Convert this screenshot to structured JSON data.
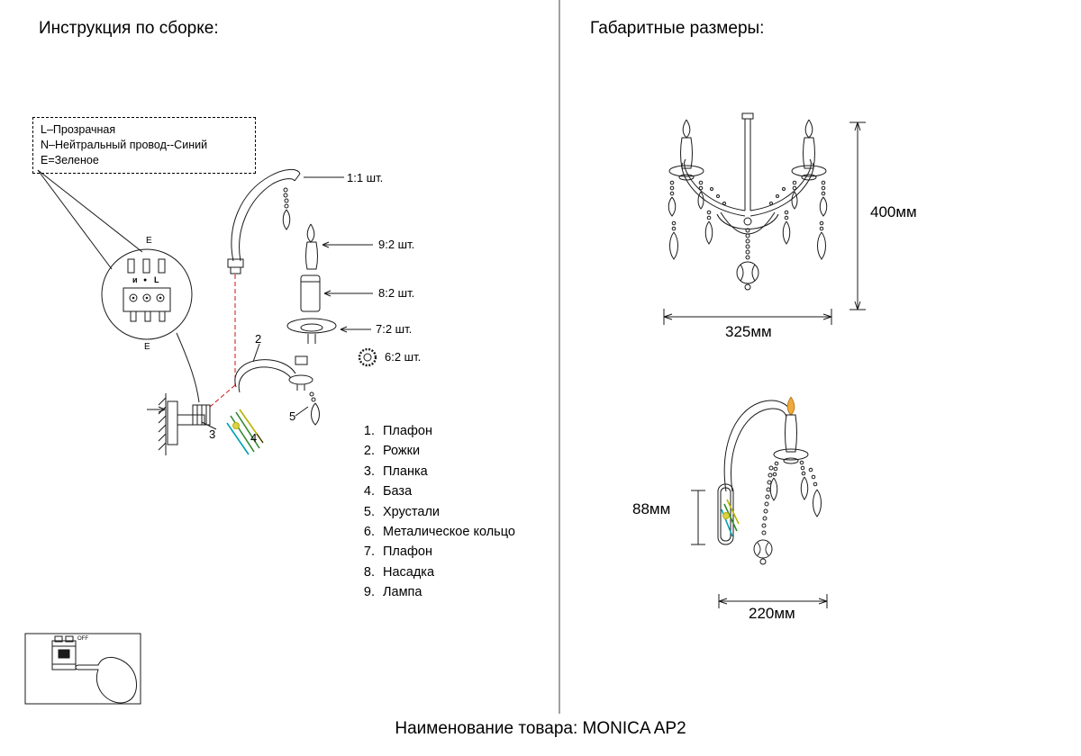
{
  "titles": {
    "left": "Инструкция по сборке:",
    "right": "Габаритные размеры:",
    "footer": "Наименование товара: MONICA AP2"
  },
  "wiring_box": {
    "line1": "L–Прозрачная",
    "line2": "N–Нейтральный провод--Синий",
    "line3": "E=Зеленое"
  },
  "callouts": {
    "arm": "1:1 шт.",
    "lamp": "9:2 шт.",
    "nozzle": "8:2 шт.",
    "bobeche": "7:2 шт.",
    "ring": "6:2 шт."
  },
  "pointer_numbers": {
    "n2": "2",
    "n3": "3",
    "n4": "4",
    "n5": "5"
  },
  "terminal": {
    "i": "и",
    "dot": "●",
    "l": "L",
    "e_top": "E",
    "e_bottom": "E"
  },
  "switch": {
    "off": "OFF"
  },
  "parts_list": [
    {
      "num": "1.",
      "label": "Плафон"
    },
    {
      "num": "2.",
      "label": "Рожки"
    },
    {
      "num": "3.",
      "label": "Планка"
    },
    {
      "num": "4.",
      "label": "База"
    },
    {
      "num": "5.",
      "label": "Хрустали"
    },
    {
      "num": "6.",
      "label": "Металическое кольцо"
    },
    {
      "num": "7.",
      "label": "Плафон"
    },
    {
      "num": "8.",
      "label": "Насадка"
    },
    {
      "num": "9.",
      "label": "Лампа"
    }
  ],
  "dimensions": {
    "front_height": "400мм",
    "front_width": "325мм",
    "side_height": "88мм",
    "side_width": "220мм"
  },
  "colors": {
    "line": "#1a1a1a",
    "red_dash": "#cc1111",
    "green": "#2e8b2e",
    "cyan": "#00a0b0",
    "olive": "#b8b400",
    "flame": "#f2a93c"
  }
}
